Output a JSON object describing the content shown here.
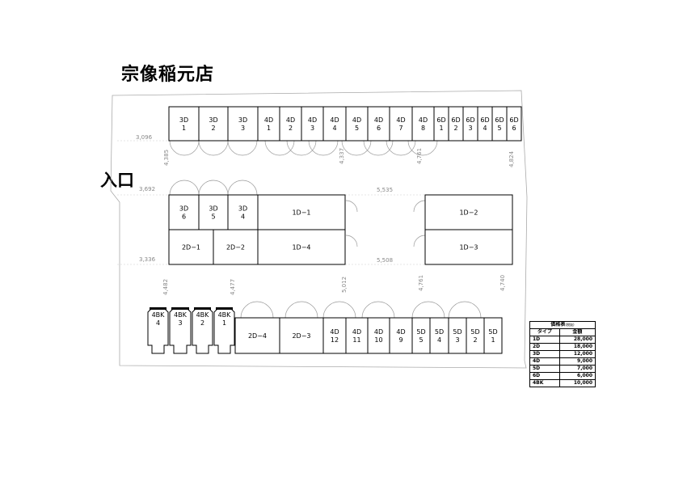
{
  "title": "宗像稲元店",
  "entrance": "入口",
  "units": {
    "top_row": [
      {
        "id": "3D-1",
        "l1": "3D",
        "l2": "1"
      },
      {
        "id": "3D-2",
        "l1": "3D",
        "l2": "2"
      },
      {
        "id": "3D-3",
        "l1": "3D",
        "l2": "3"
      },
      {
        "id": "4D-1",
        "l1": "4D",
        "l2": "1"
      },
      {
        "id": "4D-2",
        "l1": "4D",
        "l2": "2"
      },
      {
        "id": "4D-3",
        "l1": "4D",
        "l2": "3"
      },
      {
        "id": "4D-4",
        "l1": "4D",
        "l2": "4"
      },
      {
        "id": "4D-5",
        "l1": "4D",
        "l2": "5"
      },
      {
        "id": "4D-6",
        "l1": "4D",
        "l2": "6"
      },
      {
        "id": "4D-7",
        "l1": "4D",
        "l2": "7"
      },
      {
        "id": "4D-8",
        "l1": "4D",
        "l2": "8"
      },
      {
        "id": "6D-1",
        "l1": "6D",
        "l2": "1"
      },
      {
        "id": "6D-2",
        "l1": "6D",
        "l2": "2"
      },
      {
        "id": "6D-3",
        "l1": "6D",
        "l2": "3"
      },
      {
        "id": "6D-4",
        "l1": "6D",
        "l2": "4"
      },
      {
        "id": "6D-5",
        "l1": "6D",
        "l2": "5"
      },
      {
        "id": "6D-6",
        "l1": "6D",
        "l2": "6"
      }
    ],
    "middle_block": [
      {
        "id": "3D-6",
        "l1": "3D",
        "l2": "6"
      },
      {
        "id": "3D-5",
        "l1": "3D",
        "l2": "5"
      },
      {
        "id": "3D-4",
        "l1": "3D",
        "l2": "4"
      },
      {
        "id": "1D-1",
        "l1": "1D−1",
        "l2": ""
      },
      {
        "id": "2D-1",
        "l1": "2D−1",
        "l2": ""
      },
      {
        "id": "2D-2",
        "l1": "2D−2",
        "l2": ""
      },
      {
        "id": "1D-4",
        "l1": "1D−4",
        "l2": ""
      },
      {
        "id": "1D-2",
        "l1": "1D−2",
        "l2": ""
      },
      {
        "id": "1D-3",
        "l1": "1D−3",
        "l2": ""
      }
    ],
    "bottom_row": [
      {
        "id": "4BK-4",
        "l1": "4BK",
        "l2": "4"
      },
      {
        "id": "4BK-3",
        "l1": "4BK",
        "l2": "3"
      },
      {
        "id": "4BK-2",
        "l1": "4BK",
        "l2": "2"
      },
      {
        "id": "4BK-1",
        "l1": "4BK",
        "l2": "1"
      },
      {
        "id": "2D-4",
        "l1": "2D−4",
        "l2": ""
      },
      {
        "id": "2D-3",
        "l1": "2D−3",
        "l2": ""
      },
      {
        "id": "4D-12",
        "l1": "4D",
        "l2": "12"
      },
      {
        "id": "4D-11",
        "l1": "4D",
        "l2": "11"
      },
      {
        "id": "4D-10",
        "l1": "4D",
        "l2": "10"
      },
      {
        "id": "4D-9",
        "l1": "4D",
        "l2": "9"
      },
      {
        "id": "5D-5",
        "l1": "5D",
        "l2": "5"
      },
      {
        "id": "5D-4",
        "l1": "5D",
        "l2": "4"
      },
      {
        "id": "5D-3",
        "l1": "5D",
        "l2": "3"
      },
      {
        "id": "5D-2",
        "l1": "5D",
        "l2": "2"
      },
      {
        "id": "5D-1",
        "l1": "5D",
        "l2": "1"
      }
    ]
  },
  "dimensions": [
    {
      "id": "d1",
      "text": "3,096"
    },
    {
      "id": "d2",
      "text": "3,692"
    },
    {
      "id": "d3",
      "text": "3,336"
    },
    {
      "id": "d4",
      "text": "5,535"
    },
    {
      "id": "d5",
      "text": "5,508"
    },
    {
      "id": "d6",
      "text": "4,385"
    },
    {
      "id": "d7",
      "text": "4,337"
    },
    {
      "id": "d8",
      "text": "4,761"
    },
    {
      "id": "d9",
      "text": "4,824"
    },
    {
      "id": "d10",
      "text": "4,482"
    },
    {
      "id": "d11",
      "text": "4,477"
    },
    {
      "id": "d12",
      "text": "5,012"
    },
    {
      "id": "d13",
      "text": "4,761"
    },
    {
      "id": "d14",
      "text": "4,740"
    }
  ],
  "price_table": {
    "caption": "価格表",
    "caption_note": "(税抜)",
    "headers": [
      "タイプ",
      "金額"
    ],
    "rows": [
      [
        "1D",
        "28,000"
      ],
      [
        "2D",
        "18,000"
      ],
      [
        "3D",
        "12,000"
      ],
      [
        "4D",
        "9,000"
      ],
      [
        "5D",
        "7,000"
      ],
      [
        "6D",
        "6,000"
      ],
      [
        "4BK",
        "10,000"
      ]
    ]
  }
}
